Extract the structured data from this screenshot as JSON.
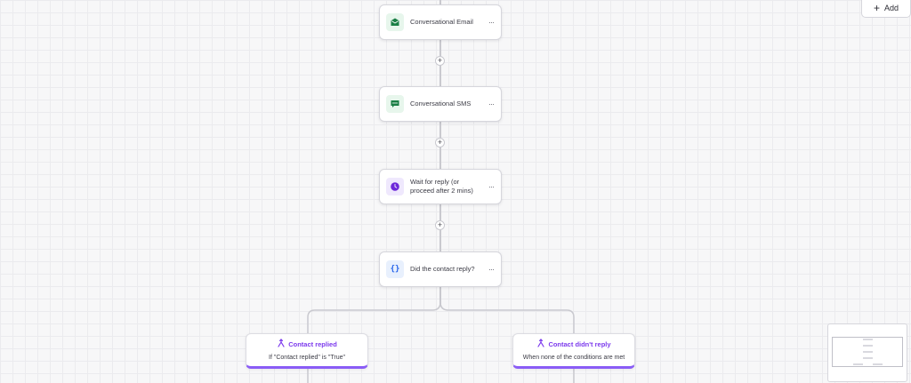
{
  "toolbar": {
    "add_label": "Add",
    "add_icon": "plus-icon"
  },
  "workflow": {
    "nodes": [
      {
        "label": "Conversational Email",
        "icon": "email-icon",
        "icon_bg": "#e7f6ec",
        "icon_color": "#1a7f45"
      },
      {
        "label": "Conversational SMS",
        "icon": "sms-icon",
        "icon_bg": "#e7f6ec",
        "icon_color": "#1a7f45"
      },
      {
        "label": "Wait for reply (or proceed after 2 mins)",
        "icon": "clock-icon",
        "icon_bg": "#efe8fd",
        "icon_color": "#6d28d9"
      },
      {
        "label": "Did the contact reply?",
        "icon": "code-braces-icon",
        "icon_bg": "#e8f0fd",
        "icon_color": "#2563eb"
      }
    ],
    "more_label": "···",
    "add_step_label": "+",
    "branches": [
      {
        "title": "Contact replied",
        "condition": "If \"Contact replied\" is \"True\"",
        "icon": "branch-icon"
      },
      {
        "title": "Contact didn't reply",
        "condition": "When none of the conditions are met",
        "icon": "branch-icon"
      }
    ]
  },
  "colors": {
    "accent": "#7c3aed",
    "connector": "#c9c9cf",
    "canvas_bg": "#f7f7f8"
  }
}
